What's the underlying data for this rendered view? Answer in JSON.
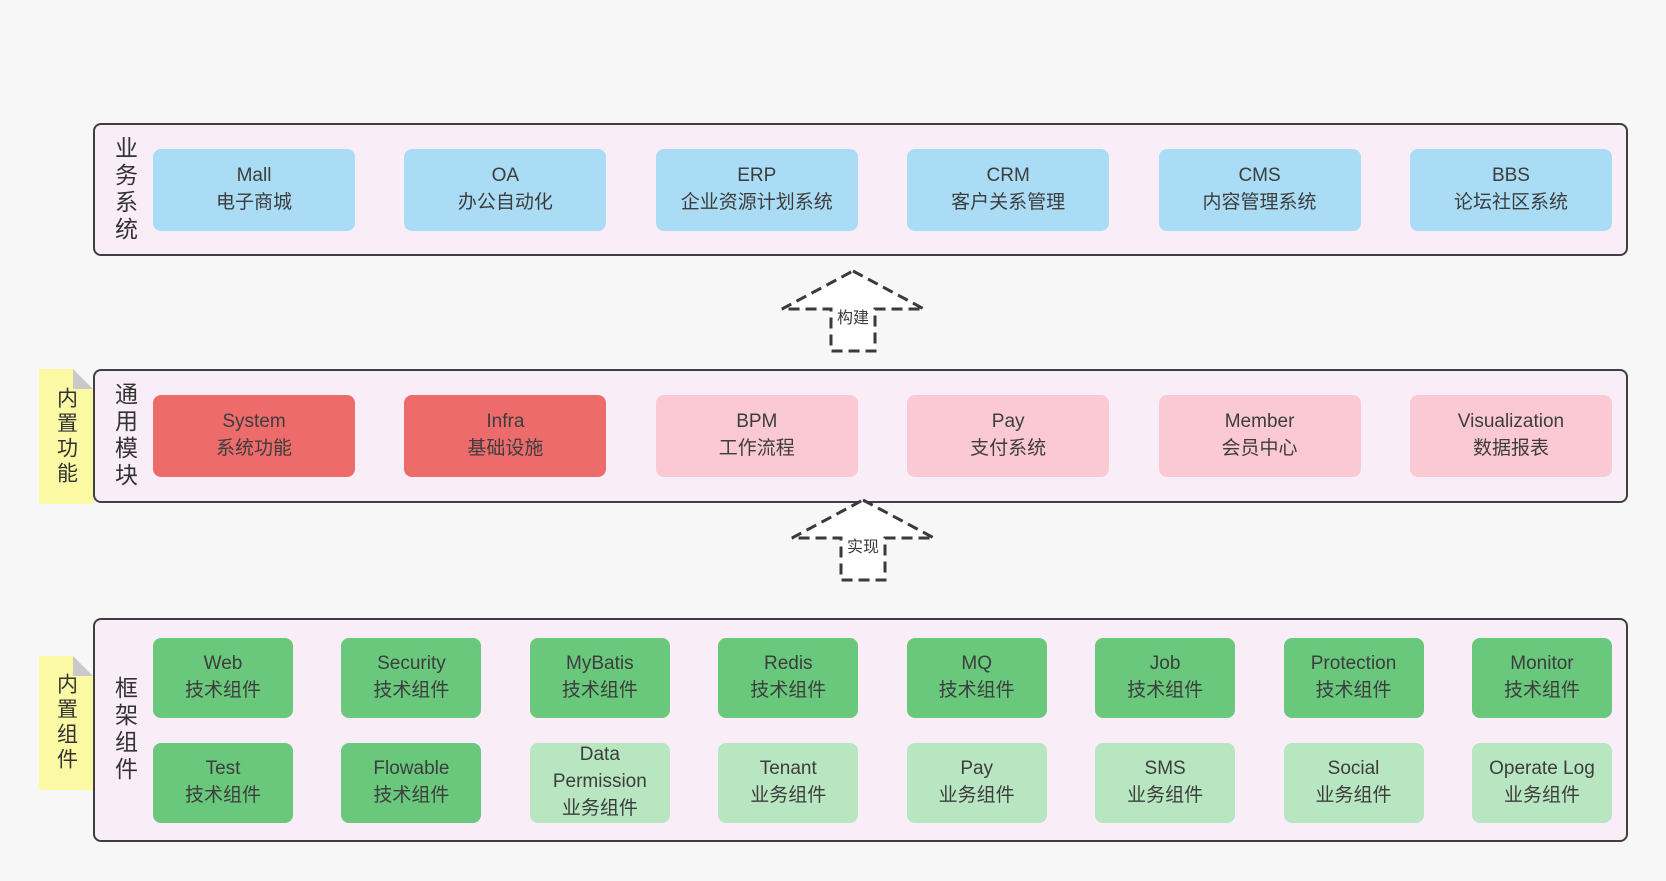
{
  "palette": {
    "page_bg": "#f7f7f7",
    "panel_bg": "#f9eef8",
    "panel_border": "#3f3f3f",
    "box_blue": "#aadcf5",
    "box_red": "#ee6b6b",
    "box_pink": "#fbc9d3",
    "box_green": "#69c87c",
    "box_green_light": "#b8e6c1",
    "sticky_yellow": "#fbf9a3",
    "sticky_fold": "#c9c9c9",
    "text": "#3d3d3d"
  },
  "arrows": [
    {
      "label": "构建"
    },
    {
      "label": "实现"
    }
  ],
  "layers": [
    {
      "label": "业务系统",
      "boxes": [
        {
          "name": "Mall",
          "sub": "电子商城",
          "variant": "blue"
        },
        {
          "name": "OA",
          "sub": "办公自动化",
          "variant": "blue"
        },
        {
          "name": "ERP",
          "sub": "企业资源计划系统",
          "variant": "blue"
        },
        {
          "name": "CRM",
          "sub": "客户关系管理",
          "variant": "blue"
        },
        {
          "name": "CMS",
          "sub": "内容管理系统",
          "variant": "blue"
        },
        {
          "name": "BBS",
          "sub": "论坛社区系统",
          "variant": "blue"
        }
      ]
    },
    {
      "label": "通用模块",
      "note": "内置功能",
      "boxes": [
        {
          "name": "System",
          "sub": "系统功能",
          "variant": "red"
        },
        {
          "name": "Infra",
          "sub": "基础设施",
          "variant": "red"
        },
        {
          "name": "BPM",
          "sub": "工作流程",
          "variant": "pink"
        },
        {
          "name": "Pay",
          "sub": "支付系统",
          "variant": "pink"
        },
        {
          "name": "Member",
          "sub": "会员中心",
          "variant": "pink"
        },
        {
          "name": "Visualization",
          "sub": "数据报表",
          "variant": "pink"
        }
      ]
    },
    {
      "label": "框架组件",
      "note": "内置组件",
      "rows": [
        [
          {
            "name": "Web",
            "sub": "技术组件",
            "variant": "green"
          },
          {
            "name": "Security",
            "sub": "技术组件",
            "variant": "green"
          },
          {
            "name": "MyBatis",
            "sub": "技术组件",
            "variant": "green"
          },
          {
            "name": "Redis",
            "sub": "技术组件",
            "variant": "green"
          },
          {
            "name": "MQ",
            "sub": "技术组件",
            "variant": "green"
          },
          {
            "name": "Job",
            "sub": "技术组件",
            "variant": "green"
          },
          {
            "name": "Protection",
            "sub": "技术组件",
            "variant": "green"
          },
          {
            "name": "Monitor",
            "sub": "技术组件",
            "variant": "green"
          }
        ],
        [
          {
            "name": "Test",
            "sub": "技术组件",
            "variant": "green"
          },
          {
            "name": "Flowable",
            "sub": "技术组件",
            "variant": "green"
          },
          {
            "name": "Data Permission",
            "sub": "业务组件",
            "variant": "green-light"
          },
          {
            "name": "Tenant",
            "sub": "业务组件",
            "variant": "green-light"
          },
          {
            "name": "Pay",
            "sub": "业务组件",
            "variant": "green-light"
          },
          {
            "name": "SMS",
            "sub": "业务组件",
            "variant": "green-light"
          },
          {
            "name": "Social",
            "sub": "业务组件",
            "variant": "green-light"
          },
          {
            "name": "Operate Log",
            "sub": "业务组件",
            "variant": "green-light"
          }
        ]
      ]
    }
  ]
}
